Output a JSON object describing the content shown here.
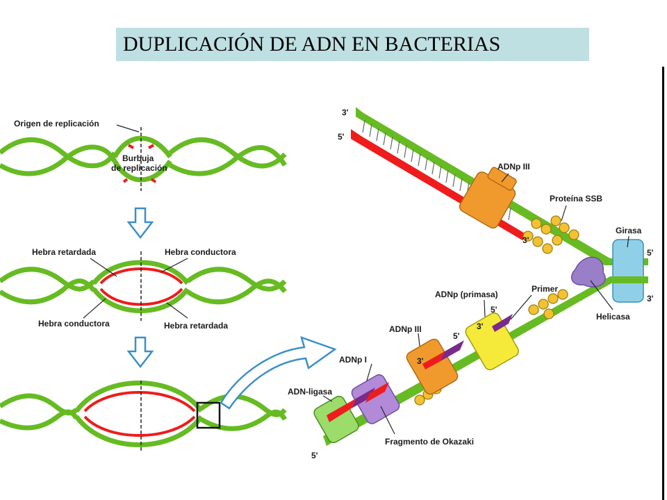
{
  "title": "DUPLICACIÓN DE ADN EN BACTERIAS",
  "colors": {
    "strand": "#66bb22",
    "new_strand": "#ee1c1c",
    "arrow_outline": "#3a8fc8",
    "title_bg": "#bfe0e3"
  },
  "left": {
    "origin": "Origen de replicación",
    "bubble_line1": "Burbuja",
    "bubble_line2": "de replicación",
    "lagging_a": "Hebra retardada",
    "leading_a": "Hebra conductora",
    "leading_b": "Hebra conductora",
    "lagging_b": "Hebra retardada"
  },
  "right": {
    "end_3_top": "3'",
    "end_5_top": "5'",
    "polIII_top": "ADNp III",
    "ssb": "Proteína SSB",
    "end_3_red": "3'",
    "girasa": "Girasa",
    "end_5_right": "5'",
    "end_3_right": "3'",
    "helicasa": "Helicasa",
    "primer": "Primer",
    "primasa": "ADNp (primasa)",
    "p_5a": "5'",
    "p_3a": "3'",
    "polIII_low": "ADNp III",
    "p_5b": "5'",
    "p_3b": "3'",
    "polI": "ADNp I",
    "ligasa": "ADN-ligasa",
    "okazaki": "Fragmento de Okazaki",
    "end_5_bottom": "5'"
  }
}
